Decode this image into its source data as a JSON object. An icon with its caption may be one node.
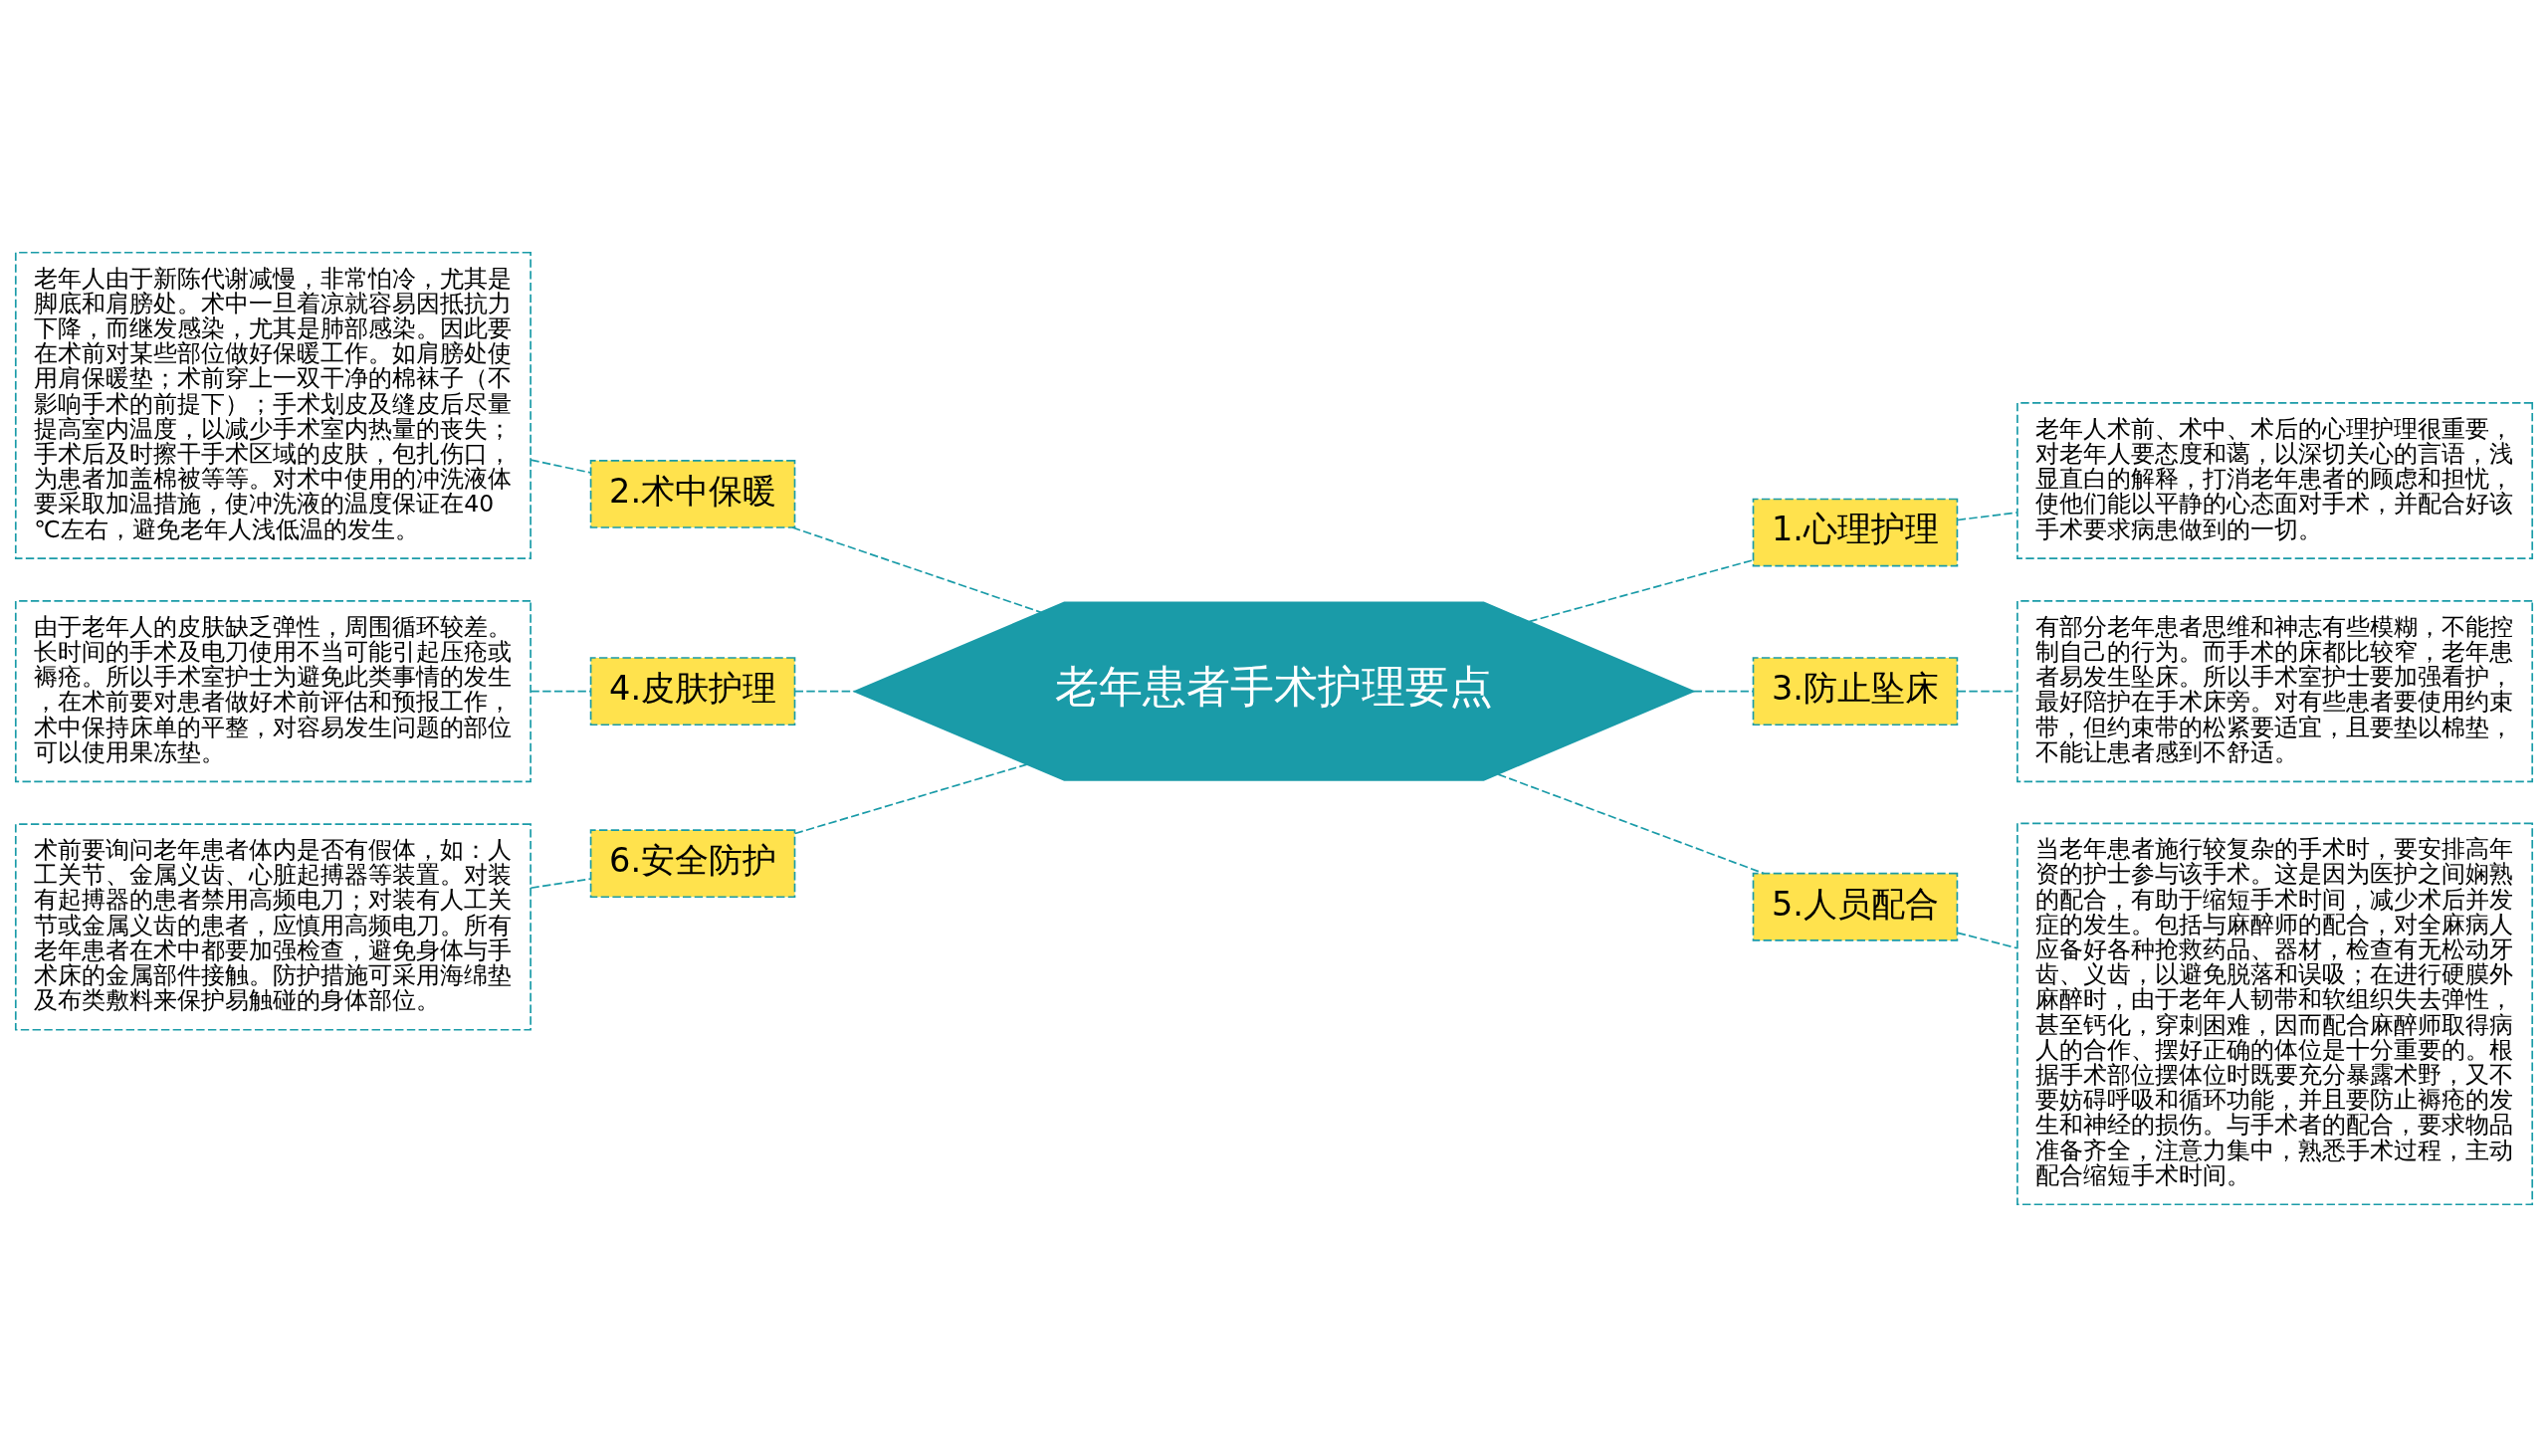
{
  "diagram": {
    "nodes": [
      {
        "text": [
          "老年患者手术护理要点"
        ]
      },
      {
        "text": [
          "2.术中保暖"
        ]
      },
      {
        "text": [
          "老年人由于新陈代谢减慢，非常怕冷，尤其是脚底和肩膀处。术中一旦着凉就容易因抵抗力下降，而继发感染，尤其是肺部感染。因此要在术前对某些部位做好保暖工作。如肩膀处使用肩保暖垫；术前穿上一双干净的棉袜子（不影响手术的前提下）；手术划皮及缝皮后尽量提高室内温度，以减少手术室内热量的丧失；手术后及时擦干手术区域的皮肤，包扎伤口，为患者加盖棉被等等。对术中使用的冲洗液体要采取加温措施，使冲洗液的温度保证在40℃左右，避免老年人浅低温的发生。"
        ]
      },
      {
        "text": [
          "4.皮肤护理"
        ]
      },
      {
        "text": [
          "由于老年人的皮肤缺乏弹性，周围循环较差。长时间的手术及电刀使用不当可能引起压疮或褥疮。所以手术室护士为避免此类事情的发生，在术前要对患者做好术前评估和预报工作，术中保持床单的平整，对容易发生问题的部位可以使用果冻垫。"
        ]
      },
      {
        "text": [
          "6.安全防护"
        ]
      },
      {
        "text": [
          "术前要询问老年患者体内是否有假体，如：人工关节、金属义齿、心脏起搏器等装置。对装有起搏器的患者禁用高频电刀；对装有人工关节或金属义齿的患者，应慎用高频电刀。所有老年患者在术中都要加强检查，避免身体与手术床的金属部件接触。防护措施可采用海绵垫及布类敷料来保护易触碰的身体部位。"
        ]
      },
      {
        "text": [
          "1.心理护理"
        ]
      },
      {
        "text": [
          "老年人术前、术中、术后的心理护理很重要，对老年人要态度和蔼，以深切关心的言语，浅显直白的解释，打消老年患者的顾虑和担忧，使他们能以平静的心态面对手术，并配合好该手术要求病患做到的一切。"
        ]
      },
      {
        "text": [
          "3.防止坠床"
        ]
      },
      {
        "text": [
          "有部分老年患者思维和神志有些模糊，不能控制自己的行为。而手术的床都比较窄，老年患者易发生坠床。所以手术室护士要加强看护，最好陪护在手术床旁。对有些患者要使用约束带，但约束带的松紧要适宜，且要垫以棉垫，不能让患者感到不舒适。"
        ]
      },
      {
        "text": [
          "5.人员配合"
        ]
      },
      {
        "text": [
          "当老年患者施行较复杂的手术时，要安排高年资的护士参与该手术。这是因为医护之间娴熟的配合，有助于缩短手术时间，减少术后并发症的发生。包括与麻醉师的配合，对全麻病人应备好各种抢救药品、器材，检查有无松动牙齿、义齿，以避免脱落和误吸；在进行硬膜外麻醉时，由于老年人韧带和软组织失去弹性，甚至钙化，穿刺困难，因而配合麻醉师取得病人的合作、摆好正确的体位是十分重要的。根据手术部位摆体位时既要充分暴露术野，又不要妨碍呼吸和循环功能，并且要防止褥疮的发生和神经的损伤。与手术者的配合，要求物品准备齐全，注意力集中，熟悉手术过程，主动配合缩短手术时间。"
        ]
      }
    ],
    "edges": [
      {
        "from": 2,
        "to": 1,
        "arrow": "none"
      },
      {
        "from": 1,
        "to": 0,
        "arrow": "none"
      },
      {
        "from": 4,
        "to": 3,
        "arrow": "none"
      },
      {
        "from": 3,
        "to": 0,
        "arrow": "none"
      },
      {
        "from": 6,
        "to": 5,
        "arrow": "none"
      },
      {
        "from": 5,
        "to": 0,
        "arrow": "none"
      },
      {
        "from": 0,
        "to": 7,
        "arrow": "none"
      },
      {
        "from": 7,
        "to": 8,
        "arrow": "none"
      },
      {
        "from": 0,
        "to": 9,
        "arrow": "none"
      },
      {
        "from": 9,
        "to": 10,
        "arrow": "none"
      },
      {
        "from": 0,
        "to": 11,
        "arrow": "none"
      },
      {
        "from": 11,
        "to": 12,
        "arrow": "none"
      }
    ]
  }
}
